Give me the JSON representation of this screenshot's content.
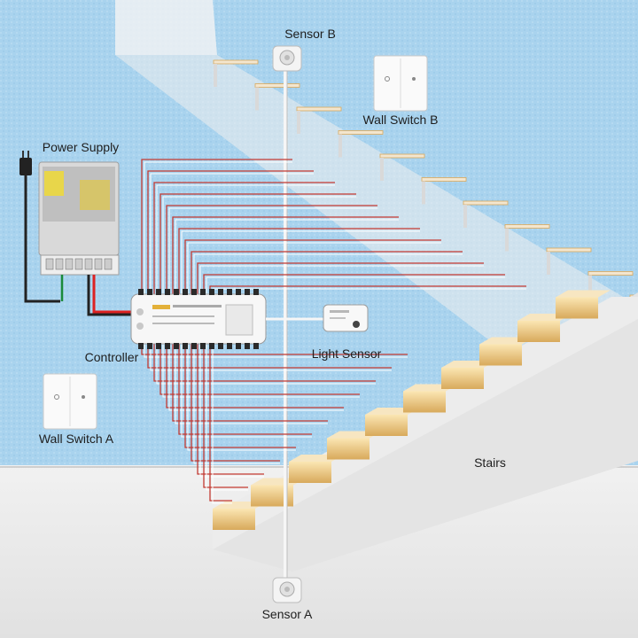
{
  "labels": {
    "sensor_b": "Sensor B",
    "wall_switch_b": "Wall Switch B",
    "power_supply": "Power Supply",
    "controller": "Controller",
    "light_sensor": "Light Sensor",
    "wall_switch_a": "Wall Switch A",
    "stairs": "Stairs",
    "sensor_a": "Sensor A"
  },
  "colors": {
    "wall": "#a9d3ee",
    "floor": "#eaeaea",
    "stair_side": "#e2e2e2",
    "step_light": "#f3d69a",
    "wire_red": "#c33a32",
    "wire_white": "#ffffff"
  }
}
